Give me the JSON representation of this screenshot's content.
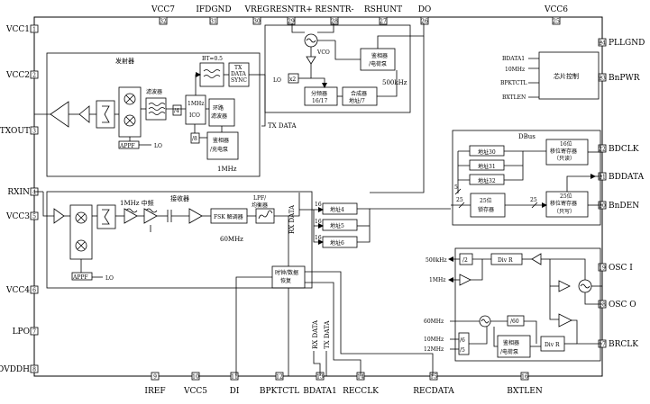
{
  "pins_top": [
    {
      "name": "VCC7",
      "num": "32"
    },
    {
      "name": "IFDGND",
      "num": "31"
    },
    {
      "name": "VREG",
      "num": "30"
    },
    {
      "name": "RESNTR+",
      "num": "29"
    },
    {
      "name": "RESNTR-",
      "num": "28"
    },
    {
      "name": "RSHUNT",
      "num": "27"
    },
    {
      "name": "DO",
      "num": "26"
    },
    {
      "name": "VCC6",
      "num": "25"
    }
  ],
  "pins_left": [
    {
      "name": "VCC1",
      "num": "1"
    },
    {
      "name": "VCC2",
      "num": "2"
    },
    {
      "name": "TXOUT",
      "num": "3"
    },
    {
      "name": "RXIN",
      "num": "4"
    },
    {
      "name": "VCC3",
      "num": "5"
    },
    {
      "name": "VCC4",
      "num": "6"
    },
    {
      "name": "LPO",
      "num": "7"
    },
    {
      "name": "DVDDH",
      "num": "8"
    }
  ],
  "pins_bottom": [
    {
      "name": "IREF",
      "num": "9"
    },
    {
      "name": "VCC5",
      "num": "10"
    },
    {
      "name": "DI",
      "num": "11"
    },
    {
      "name": "BPKTCTL",
      "num": "12"
    },
    {
      "name": "BDATA1",
      "num": "13"
    },
    {
      "name": "RECCLK",
      "num": "14"
    },
    {
      "name": "RECDATA",
      "num": "15"
    },
    {
      "name": "BXTLEN",
      "num": "16"
    }
  ],
  "pins_right": [
    {
      "name": "PLLGND",
      "num": "24"
    },
    {
      "name": "BnPWR",
      "num": "23"
    },
    {
      "name": "BDCLK",
      "num": "22"
    },
    {
      "name": "BDDATA",
      "num": "21"
    },
    {
      "name": "BnDEN",
      "num": "20"
    },
    {
      "name": "OSC I",
      "num": "19"
    },
    {
      "name": "OSC O",
      "num": "18"
    },
    {
      "name": "BRCLK",
      "num": "17"
    }
  ],
  "transmitter": {
    "title": "发射器",
    "filter": "滤波器",
    "appf": "APPF",
    "lo": "LO",
    "ico": "ICO",
    "mhz1": "1MHz",
    "loop_filter": [
      "环路",
      "滤波器"
    ],
    "div4": "/4",
    "div8": "/8",
    "pd": [
      "鉴相器",
      "/充电泵"
    ],
    "mhz1_bottom": "1MHz",
    "bt": "BT=0.5",
    "sync": [
      "TX",
      "DATA",
      "SYNC"
    ],
    "tx_data": "TX DATA"
  },
  "synth": {
    "vco": "VCO",
    "lo": "LO",
    "x2": "x2",
    "pd": [
      "鉴相器",
      "/电荷泵"
    ],
    "khz500": "500kHz",
    "divider": [
      "分频器",
      "16/17"
    ],
    "synth": [
      "合成器",
      "地址/7"
    ]
  },
  "receiver": {
    "title": "接收器",
    "mhz1_if": "1MHz 中频",
    "appf": "APPF",
    "lo": "LO",
    "fsk": "FSK 解调器",
    "mhz60": "60MHz",
    "lpf": [
      "LPF/",
      "均衡器"
    ],
    "rx_data": "RX DATA",
    "clk": [
      "时钟/数据",
      "恢复"
    ]
  },
  "addr": {
    "a4": "地址4",
    "a5": "地址5",
    "a6": "地址6",
    "b16": "16"
  },
  "dbus": {
    "title": "DBus",
    "a30": "地址30",
    "a31": "地址31",
    "a32": "地址32",
    "reg16": [
      "16位",
      "移位寄存器",
      "（只读）"
    ],
    "reg25": [
      "25位",
      "锁存器"
    ],
    "reg25w": [
      "25位",
      "移位寄存器",
      "（只写）"
    ],
    "n5": "5",
    "n25a": "25",
    "n25b": "25"
  },
  "chip": {
    "label": "芯片控制",
    "inputs": [
      "BDATA1",
      "10MHz",
      "BPKTCTL",
      "BXTLEN"
    ]
  },
  "osc": {
    "khz500": "500kHz",
    "mhz1": "1MHz",
    "div2": "/2",
    "divr1": "Div R",
    "mhz60": "60MHz",
    "div60": "/60",
    "mhz10": "10MHz",
    "mhz12": "12MHz",
    "div6": "/6",
    "div5": "/5",
    "pd": [
      "鉴相器",
      "/电荷泵"
    ],
    "divr2": "Div R"
  },
  "bottom_labels": {
    "rx_data": "RX DATA",
    "tx_data": "TX DATA"
  }
}
